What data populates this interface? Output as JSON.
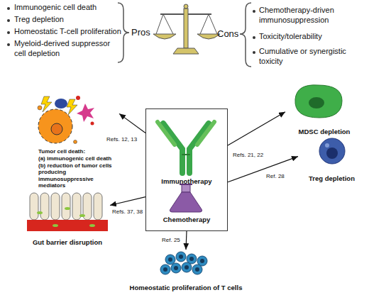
{
  "diagram": {
    "nodes": [
      {
        "text": [
          "Tumor cell death:",
          "(a) immunogenic cell death",
          "(b) reduction of tumor cells producing immunosuppressive mediators"
        ]
      },
      {
        "text": [
          "MDSC depletion"
        ]
      },
      {
        "text": [
          "Immunotherapy",
          "Chemotherapy"
        ]
      },
      {
        "text": [
          "Treg depletion"
        ]
      },
      {
        "text": [
          "Gut barrier disruption"
        ]
      },
      {
        "text": [
          "Homeostatic proliferation of T cells"
        ]
      }
    ],
    "edges": [
      {
        "from": 2,
        "to": 0,
        "arrow": "to",
        "label": "Refs. 12, 13"
      },
      {
        "from": 2,
        "to": 1,
        "arrow": "to",
        "label": "Refs. 21, 22"
      },
      {
        "from": 2,
        "to": 3,
        "arrow": "to",
        "label": "Ref. 28"
      },
      {
        "from": 2,
        "to": 5,
        "arrow": "to",
        "label": "Ref. 25"
      },
      {
        "from": 2,
        "to": 4,
        "arrow": "to",
        "label": "Refs. 37, 38"
      }
    ],
    "labels": [
      "Immunogenic cell death",
      "Treg depletion",
      "Homeostatic T-cell proliferation",
      "Myeloid-derived suppressor cell depletion",
      "Pros",
      "Cons",
      "Chemotherapy-driven immunosuppression",
      "Toxicity/tolerability",
      "Cumulative or synergistic toxicity"
    ]
  }
}
